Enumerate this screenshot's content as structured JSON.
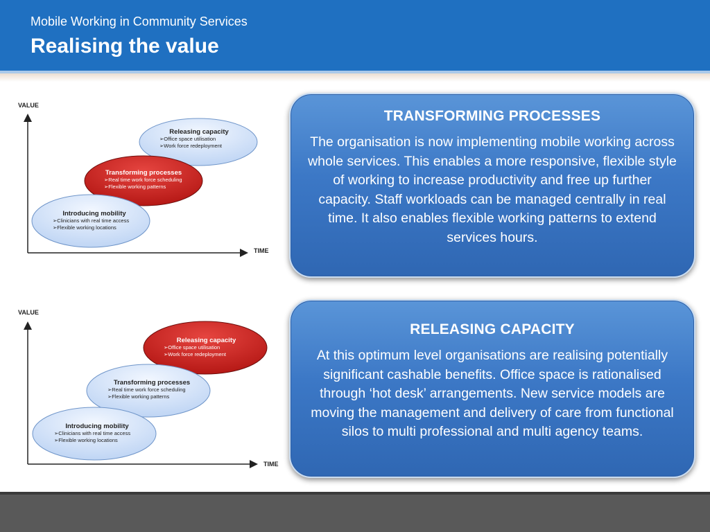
{
  "header": {
    "subtitle": "Mobile Working in Community Services",
    "title": "Realising the value"
  },
  "colors": {
    "header_blue": "#1f70c1",
    "ellipse_blue": "#dbe8fb",
    "ellipse_red": "#c8201f",
    "box_blue": "#3c78c6",
    "footer_gray": "#595959"
  },
  "diagrams": [
    {
      "axis_y": "VALUE",
      "axis_x": "TIME",
      "highlight": "Transforming processes",
      "ellipses": [
        {
          "title": "Releasing capacity",
          "bullets": [
            "Office space utilisation",
            "Work force redeployment"
          ],
          "color": "blue"
        },
        {
          "title": "Transforming processes",
          "bullets": [
            "Real time work force scheduling",
            "Flexible working patterns"
          ],
          "color": "red"
        },
        {
          "title": "Introducing mobility",
          "bullets": [
            "Clinicians with real time access",
            "Flexible working locations"
          ],
          "color": "blue"
        }
      ]
    },
    {
      "axis_y": "VALUE",
      "axis_x": "TIME",
      "highlight": "Releasing capacity",
      "ellipses": [
        {
          "title": "Releasing capacity",
          "bullets": [
            "Office space utilisation",
            "Work force redeployment"
          ],
          "color": "red"
        },
        {
          "title": "Transforming processes",
          "bullets": [
            "Real time work force scheduling",
            "Flexible working patterns"
          ],
          "color": "blue"
        },
        {
          "title": "Introducing mobility",
          "bullets": [
            "Clinicians with real time access",
            "Flexible working locations"
          ],
          "color": "blue"
        }
      ]
    }
  ],
  "boxes": [
    {
      "title": "TRANSFORMING PROCESSES",
      "body": "The organisation is now implementing mobile working across whole services.  This enables a more responsive, flexible style of working to increase productivity and free up further capacity. Staff workloads can be managed centrally in real time. It also enables flexible working patterns to extend services hours."
    },
    {
      "title": "RELEASING CAPACITY",
      "body": "At this optimum level organisations are realising potentially significant cashable benefits. Office space is rationalised through ‘hot desk’ arrangements. New service models are moving the management and delivery of care from functional silos to multi professional and multi agency teams."
    }
  ],
  "bullet_glyph": "➢"
}
